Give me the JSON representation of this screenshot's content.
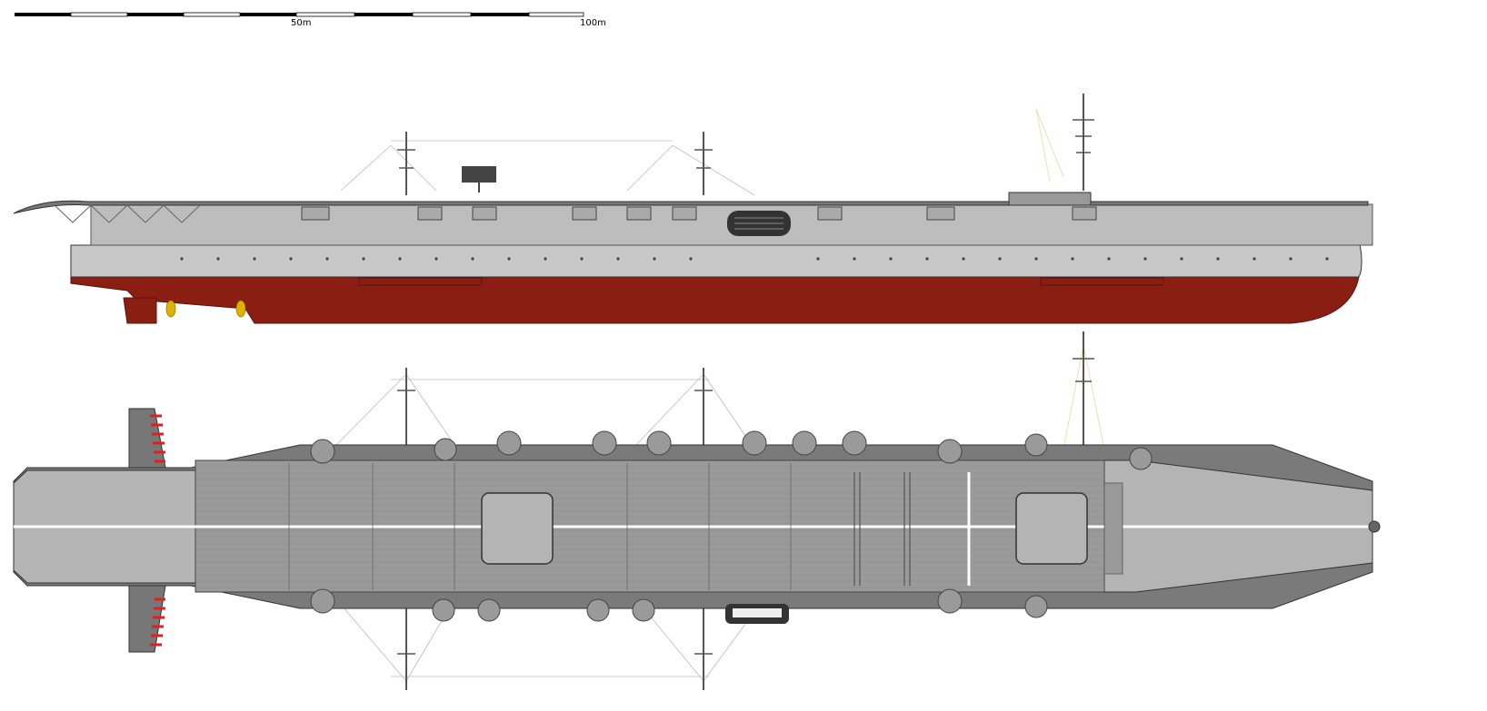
{
  "scale": {
    "label_mid": "50m",
    "label_end": "100m"
  },
  "colors": {
    "hull_grey": "#c8c8c8",
    "hull_dark": "#8a8a8a",
    "bottom_red": "#8b1e12",
    "deck_grey": "#9a9a9a",
    "deck_light": "#b4b4b4",
    "stripe_white": "#ffffff",
    "stripe_red": "#e02020",
    "propeller": "#e0b000",
    "outline": "#333333"
  },
  "views": {
    "profile": {
      "type": "side-elevation"
    },
    "plan": {
      "type": "top-plan"
    }
  }
}
